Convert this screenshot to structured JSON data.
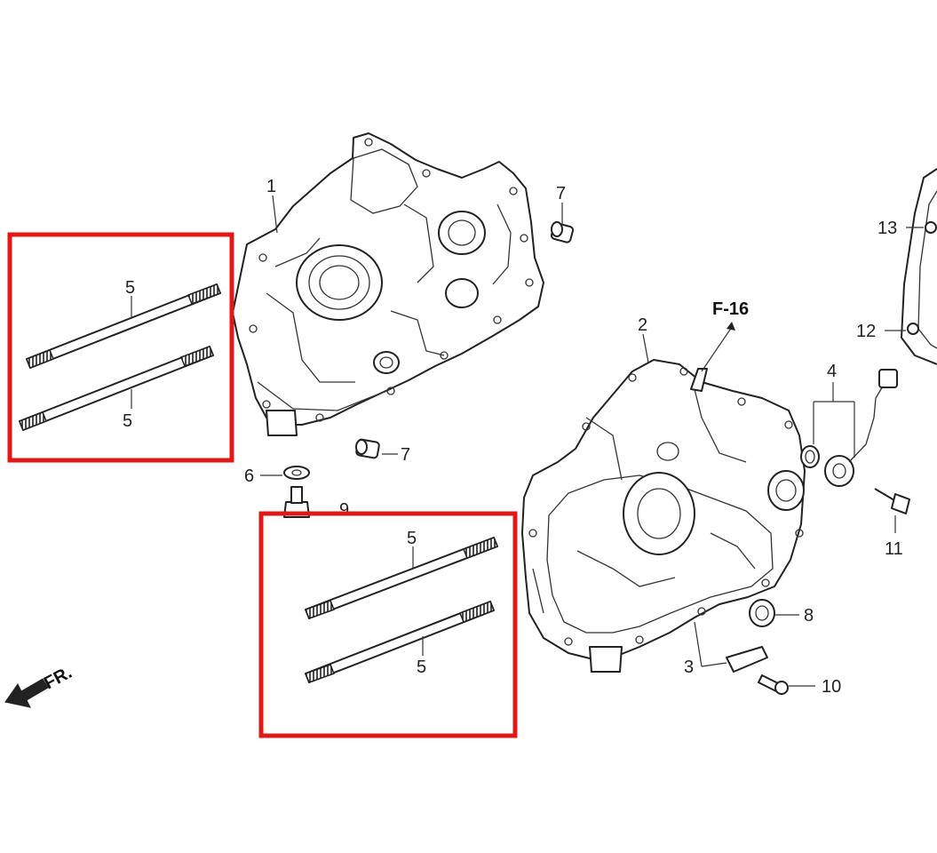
{
  "callouts": {
    "c1": "1",
    "c2": "2",
    "c3": "3",
    "c4": "4",
    "c5a": "5",
    "c5b": "5",
    "c5c": "5",
    "c5d": "5",
    "c6": "6",
    "c7a": "7",
    "c7b": "7",
    "c8": "8",
    "c9": "9",
    "c10": "10",
    "c11": "11",
    "c12": "12",
    "c13": "13"
  },
  "reference": {
    "label": "F-16"
  },
  "orientation": {
    "label": "FR."
  },
  "highlight_color": "#e01818"
}
